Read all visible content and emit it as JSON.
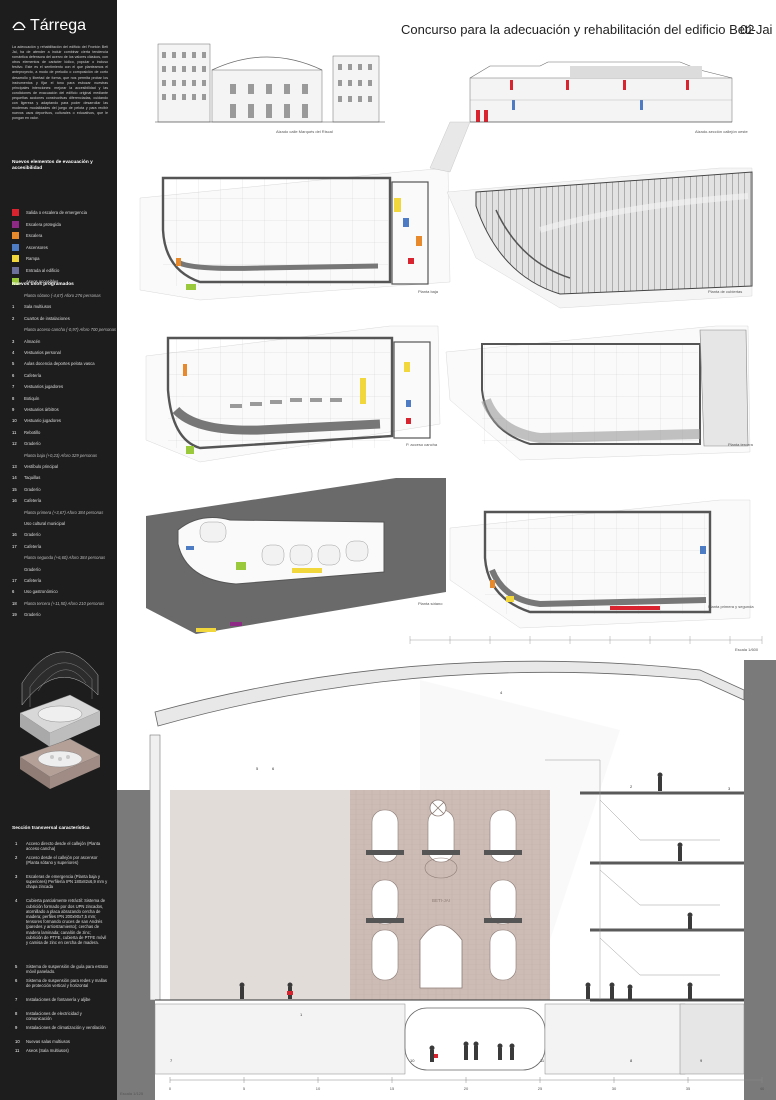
{
  "brand": {
    "name": "Tárrega"
  },
  "header": {
    "title": "Concurso para la adecuación y rehabilitación del edificio Beti-Jai",
    "sheet_number": "02"
  },
  "intro_text": "La adecuación y rehabilitación del edificio del Frontón Beti Jai, ha de atender a incluir combinar cierta tendencia romántica defensora del acervo de los valores clásicos, con otros elementos de carácter lúdico, popular o incluso festivo. Este es el sentimiento con el que planteamos el anteproyecto, a modo de preludio o composición de corto desarrollo y libertad de forma, que nos permita probar los instrumentos y fijar el tono para esbozar nuestras principales intenciones: mejorar la accesibilidad y las condiciones de evacuación del edificio original mediante pequeñas acciones constructivas diferenciadas, cuidando con ligereza y adaptando para poder desarrollar las modernas modalidades del juego de pelota y para recibir nuevos usos deportivos, culturales o educativos, que le pongan en valor.",
  "legend": {
    "title": "Nuevos elementos de evacuación y accesibilidad",
    "items": [
      {
        "label": "Salida o escalera de emergencia",
        "color": "#d9232e"
      },
      {
        "label": "Escalera protegida",
        "color": "#8e2a86"
      },
      {
        "label": "Escalera",
        "color": "#e88a2c"
      },
      {
        "label": "Ascensores",
        "color": "#4d7cc4"
      },
      {
        "label": "Rampa",
        "color": "#f2d73c"
      },
      {
        "label": "Entrada al edificio",
        "color": "#6b6f9a"
      },
      {
        "label": "Aseos accesibles",
        "color": "#9ac93c"
      }
    ]
  },
  "uses": {
    "title": "Nuevos usos programados",
    "items": [
      {
        "num": "",
        "label": "Planta sótano (-4,67)  Aforo 276 personas",
        "sub": true
      },
      {
        "num": "1",
        "label": "Sala multiusos",
        "sub": false
      },
      {
        "num": "2",
        "label": "Cuartos de instalaciones",
        "sub": false
      },
      {
        "num": "",
        "label": "Planta acceso cancha (-0,97)  Aforo 700 personas",
        "sub": true
      },
      {
        "num": "3",
        "label": "Almacén",
        "sub": false
      },
      {
        "num": "4",
        "label": "Vestuarios personal",
        "sub": false
      },
      {
        "num": "5",
        "label": "Aulas docencia deportes pelota vasca",
        "sub": false
      },
      {
        "num": "6",
        "label": "Cafetería",
        "sub": false
      },
      {
        "num": "7",
        "label": "Vestuarios jugadores",
        "sub": false
      },
      {
        "num": "8",
        "label": "Botiquín",
        "sub": false
      },
      {
        "num": "9",
        "label": "Vestuarios árbitros",
        "sub": false
      },
      {
        "num": "10",
        "label": "Vestuario jugadores",
        "sub": false
      },
      {
        "num": "11",
        "label": "Rebotillo",
        "sub": false
      },
      {
        "num": "12",
        "label": "Graderío",
        "sub": false
      },
      {
        "num": "",
        "label": "Planta baja (+0,23)  Aforo 329 personas",
        "sub": true
      },
      {
        "num": "13",
        "label": "Vestíbulo principal",
        "sub": false
      },
      {
        "num": "14",
        "label": "Taquillas",
        "sub": false
      },
      {
        "num": "15",
        "label": "Graderío",
        "sub": false
      },
      {
        "num": "16",
        "label": "Cafetería",
        "sub": false
      },
      {
        "num": "",
        "label": "Planta primera (+3,67)  Aforo 384 personas",
        "sub": true
      },
      {
        "num": "",
        "label": "Uso cultural municipal",
        "sub": false
      },
      {
        "num": "16",
        "label": "Graderío",
        "sub": false
      },
      {
        "num": "17",
        "label": "Cafetería",
        "sub": false
      },
      {
        "num": "",
        "label": "Planta segunda (+6,60)  Aforo 384 personas",
        "sub": true
      },
      {
        "num": "",
        "label": "Graderío",
        "sub": false
      },
      {
        "num": "17",
        "label": "Cafetería",
        "sub": false
      },
      {
        "num": "6",
        "label": "Uso gastronómico",
        "sub": false
      },
      {
        "num": "18",
        "label": "Planta tercera (+11,50)  Aforo 210 personas",
        "sub": true
      },
      {
        "num": "19",
        "label": "Graderío",
        "sub": false
      }
    ]
  },
  "section": {
    "title": "Sección transversal característica",
    "items": [
      {
        "num": "1",
        "label": "Acceso directo desde el callejón (Planta acceso cancha)"
      },
      {
        "num": "2",
        "label": "Acceso desde el callejón por ascensor (Planta sótano y superiores)"
      },
      {
        "num": "3",
        "label": "Escaleras de emergencia (Planta baja y superiores) Perfilería IPN 180x82x6,9 mm y chapa zincada"
      },
      {
        "num": "4",
        "label": "Cubierta parcialmente retráctil: Sistema de cubrición formado por dos UPN zincados, atornillado a placa abrazando cercha de madera; perfiles IPN 200x90x7,5 mm; tensores formando cruces de san Andrés (paredes y arriostramiento); cerchas de madera laminada; canalón de zinc; cubrición de PTFE, cubierta de PTFE móvil y camisa de zinc en cercha de madera."
      },
      {
        "num": "5",
        "label": "Sistema de suspensión de guía para estrato móvil panelado."
      },
      {
        "num": "6",
        "label": "Sistema de suspensión para redes y mallas de protección vertical y horizontal"
      },
      {
        "num": "7",
        "label": "Instalaciones de fontanería y aljibe"
      },
      {
        "num": "8",
        "label": "Instalaciones de electricidad y comunicación"
      },
      {
        "num": "9",
        "label": "Instalaciones de climatización y ventilación"
      },
      {
        "num": "10",
        "label": "Nuevas salas multiusos"
      },
      {
        "num": "11",
        "label": "Aseos (Sala multiusos)"
      }
    ]
  },
  "drawings": {
    "elev_marques": "Alzado calle Marqués del Riscal",
    "elev_section": "Alzado-sección callejón oeste",
    "plan_ground": "Planta baja",
    "plan_roof": "Planta de cubiertas",
    "plan_court": "P. acceso cancha",
    "plan_third": "Planta tercera",
    "plan_basement": "Planta sótano",
    "plan_first_second": "Planta primera y segunda",
    "scale_plans": "Escala 1/600",
    "scale_section": "Escala 1/125",
    "facade_sign": "BETI-JAI",
    "section_scale_ticks": [
      "0",
      "5",
      "10",
      "15",
      "20",
      "25",
      "30",
      "35",
      "40"
    ],
    "section_callouts": [
      "1",
      "2",
      "3",
      "4",
      "5",
      "6",
      "7",
      "8",
      "9",
      "10",
      "11"
    ]
  },
  "colors": {
    "sidebar_bg": "#1d1d1d",
    "plan_line": "#555555",
    "fill_grey": "#6a6a6a",
    "facade": "#cbb8b3",
    "dark_column": "#6b6b6b"
  }
}
